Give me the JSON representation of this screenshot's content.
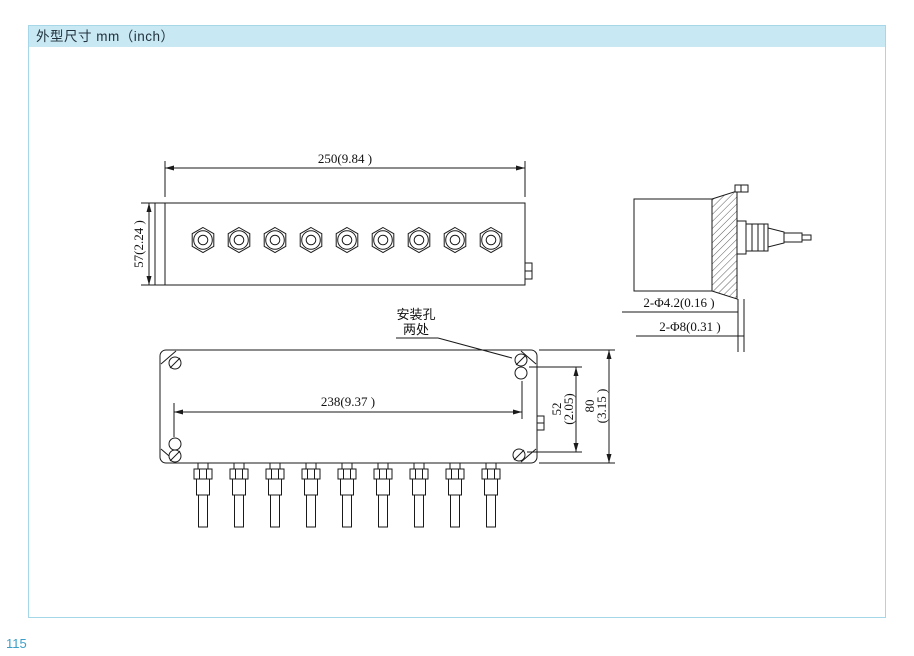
{
  "header": {
    "title": "外型尺寸 mm（inch）"
  },
  "footer": {
    "page_number": "115"
  },
  "front_view": {
    "dim_width": "250(9.84 )",
    "dim_height": "57(2.24 )"
  },
  "side_view": {
    "dim_hole_small": "2-Φ4.2(0.16 )",
    "dim_hole_large": "2-Φ8(0.31 )"
  },
  "bottom_view": {
    "dim_width": "238(9.37 )",
    "dim_pitch_mm": "52",
    "dim_pitch_inch": "(2.05)",
    "dim_height_mm": "80",
    "dim_height_inch": "(3.15 )",
    "label_mounting_hole": "安装孔",
    "label_two_places": "两处"
  },
  "colors": {
    "header_bg": "#c8e8f3",
    "panel_border": "#a6d7e8",
    "line": "#1a1a1a",
    "page_number": "#3b9fc7"
  }
}
